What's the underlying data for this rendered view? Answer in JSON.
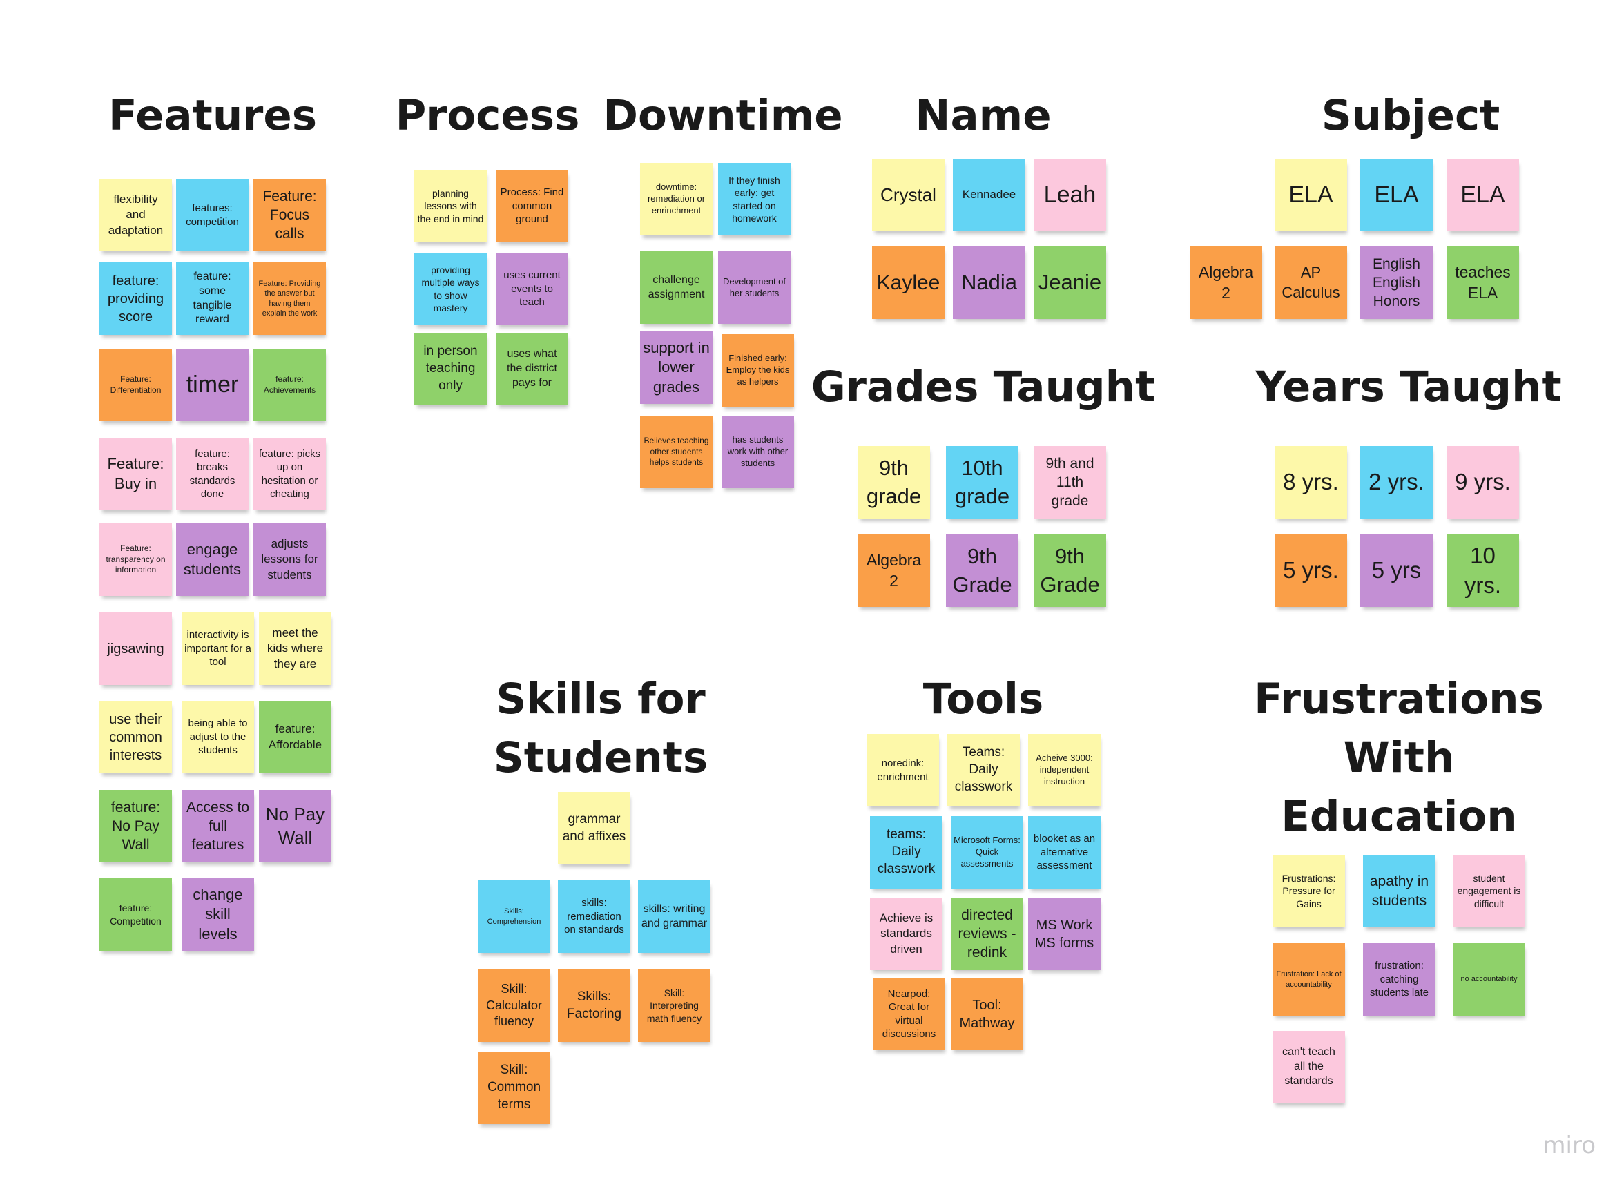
{
  "board": {
    "watermark": "miro",
    "colors": {
      "yellow": "#fdf8a9",
      "blue": "#63d4f4",
      "orange": "#fa9f48",
      "purple": "#c38fd4",
      "green": "#8fd16a",
      "pink": "#fcc8dd"
    },
    "headings": {
      "features": "Features",
      "process": "Process",
      "downtime": "Downtime",
      "name": "Name",
      "subject": "Subject",
      "grades_taught": "Grades Taught",
      "years_taught": "Years Taught",
      "skills_line1": "Skills for",
      "skills_line2": "Students",
      "tools": "Tools",
      "frustrations_line1": "Frustrations",
      "frustrations_line2": "With",
      "frustrations_line3": "Education"
    },
    "features": [
      "flexibility and adaptation",
      "features: competition",
      "Feature: Focus calls",
      "feature: providing score",
      "feature: some tangible reward",
      "Feature: Providing the answer but having them explain the work",
      "Feature: Differentiation",
      "timer",
      "feature: Achievements",
      "Feature: Buy in",
      "feature: breaks standards done",
      "feature: picks up on hesitation or cheating",
      "Feature: transparency on information",
      "engage students",
      "adjusts lessons for students",
      "jigsawing",
      "interactivity is important for a tool",
      "meet the kids where they are",
      "use their common interests",
      "being able to adjust to the students",
      "feature: Affordable",
      "feature: No Pay Wall",
      "Access to full features",
      "No Pay Wall",
      "feature: Competition",
      "change skill levels"
    ],
    "process": [
      "planning lessons with the end in mind",
      "Process: Find common ground",
      "providing multiple ways to show mastery",
      "uses current events to teach",
      "in person teaching only",
      "uses what the district pays for"
    ],
    "downtime": [
      "downtime: remediation or enrinchment",
      "If they finish early: get started on homework",
      "challenge assignment",
      "Development of her students",
      "support in lower grades",
      "Finished early: Employ the kids as helpers",
      "Believes teaching other students helps students",
      "has students work with other students"
    ],
    "name": [
      "Crystal",
      "Kennadee",
      "Leah",
      "Kaylee",
      "Nadia",
      "Jeanie"
    ],
    "subject": [
      "ELA",
      "ELA",
      "ELA",
      "Algebra 2",
      "AP Calculus",
      "English English Honors",
      "teaches ELA"
    ],
    "grades_taught": [
      "9th grade",
      "10th grade",
      "9th and 11th grade",
      "Algebra 2",
      "9th Grade",
      "9th Grade"
    ],
    "years_taught": [
      "8 yrs.",
      "2 yrs.",
      "9 yrs.",
      "5 yrs.",
      "5 yrs",
      "10 yrs."
    ],
    "skills": [
      "grammar and affixes",
      "Skills: Comprehension",
      "skills: remediation on standards",
      "skills: writing and grammar",
      "Skill: Calculator fluency",
      "Skills: Factoring",
      "Skill: Interpreting math fluency",
      "Skill: Common terms"
    ],
    "tools": [
      "noredink: enrichment",
      "Teams: Daily classwork",
      "Acheive 3000: independent instruction",
      "teams: Daily classwork",
      "Microsoft Forms: Quick assessments",
      "blooket as an alternative assessment",
      "Achieve is standards driven",
      "directed reviews - redink",
      "MS Work MS forms",
      "Nearpod: Great for virtual discussions",
      "Tool: Mathway"
    ],
    "frustrations": [
      "Frustrations: Pressure for Gains",
      "apathy in students",
      "student engagement is difficult",
      "Frustration: Lack of accountability",
      "frustration: catching students late",
      "no accountability",
      "can't teach all the standards"
    ]
  }
}
